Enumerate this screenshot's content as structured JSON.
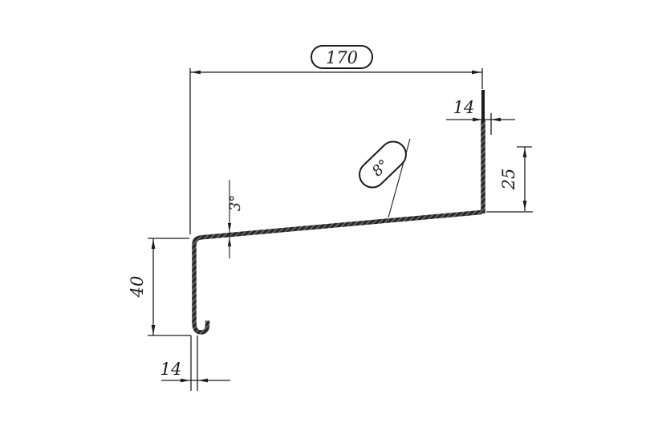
{
  "drawing": {
    "colors": {
      "line": "#1c1c1c",
      "background": "#ffffff"
    },
    "dimensions": {
      "overall_width": "170",
      "top_fold": "14",
      "upstand_height": "25",
      "front_height": "40",
      "drip_edge": "14",
      "surface_angle": "3°",
      "slope_callout": "8°"
    }
  }
}
